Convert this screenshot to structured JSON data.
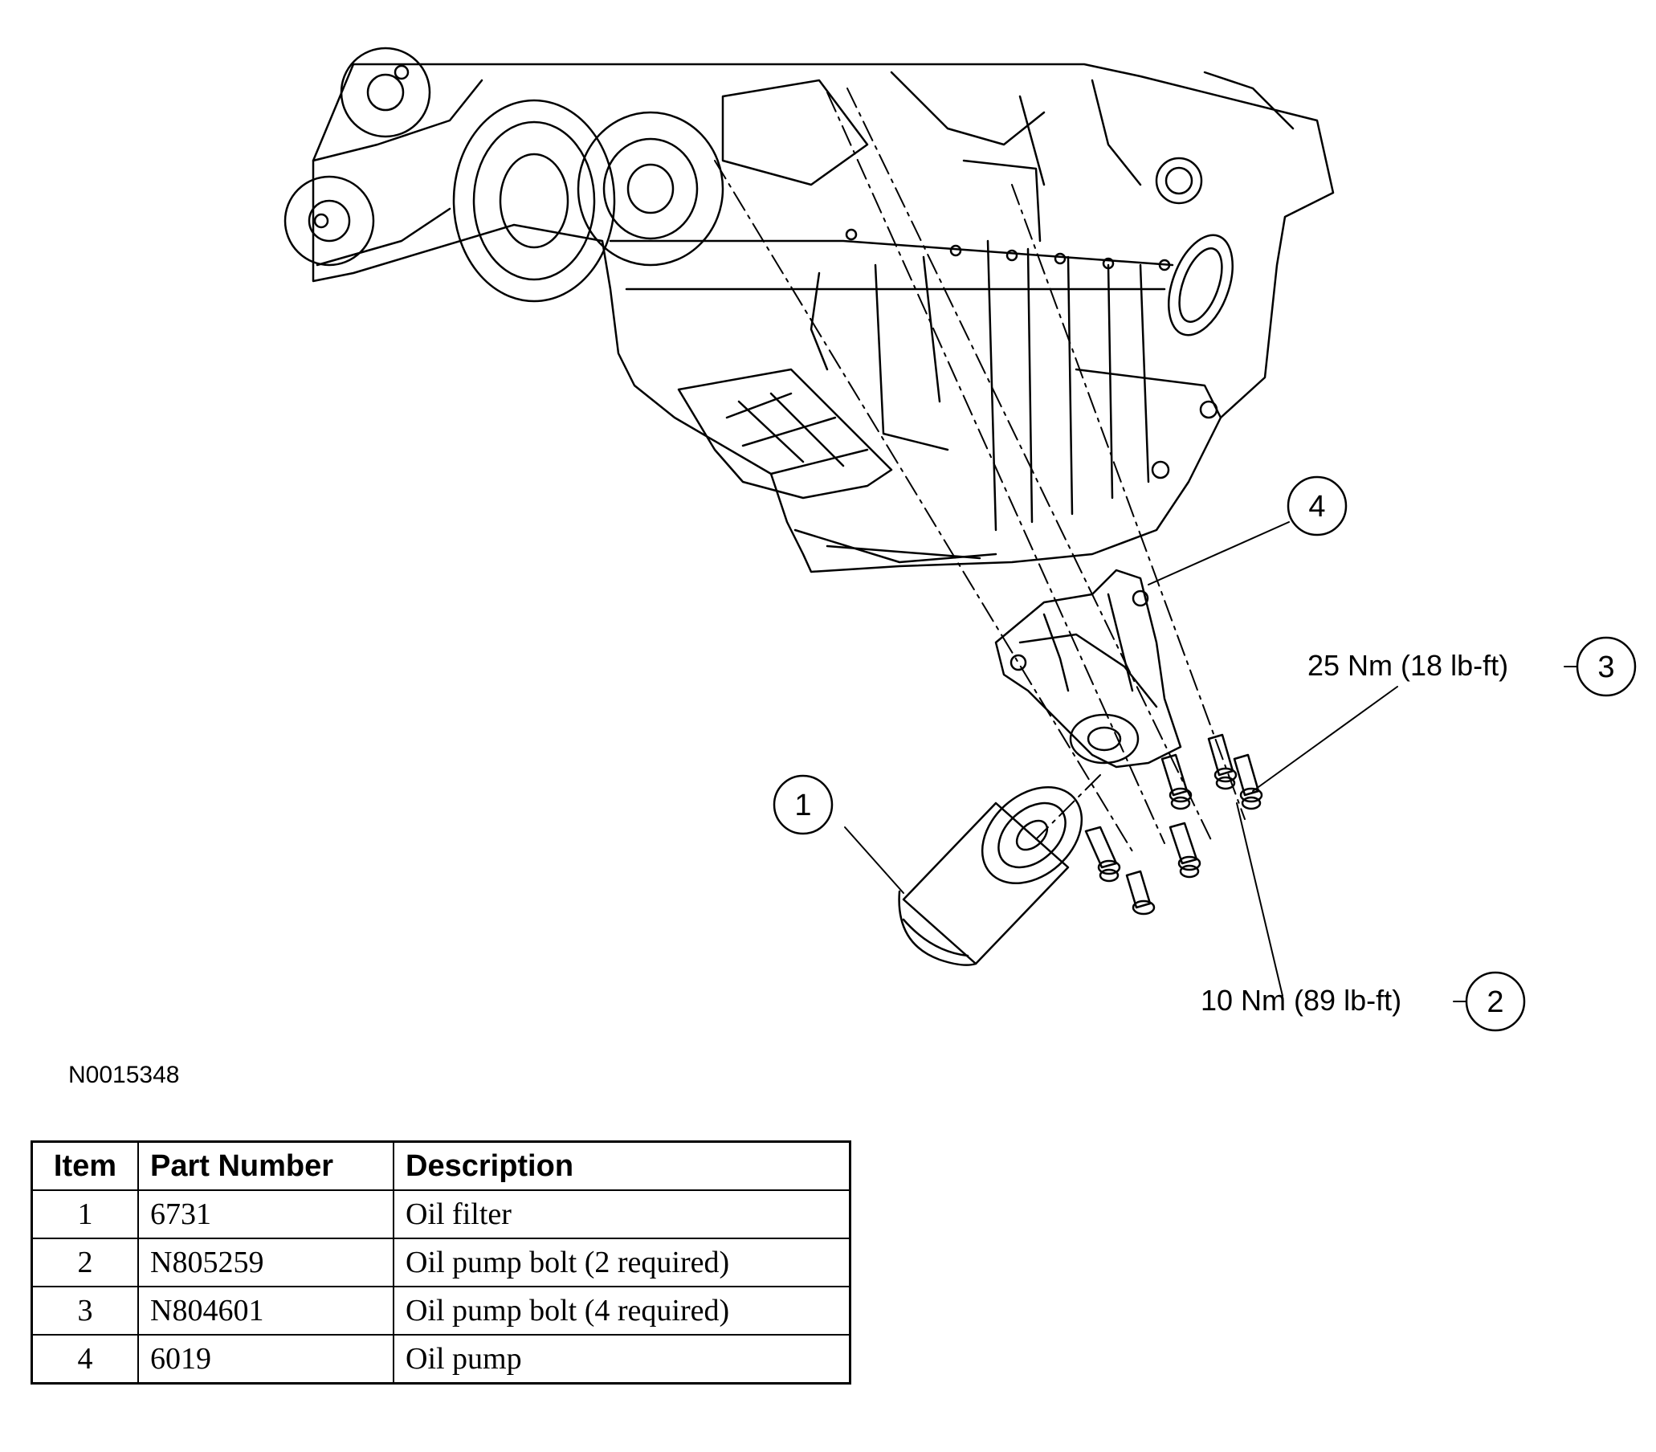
{
  "figure": {
    "figure_id": "N0015348",
    "callouts": [
      {
        "number": "1"
      },
      {
        "number": "2",
        "torque": "10 Nm (89 lb-ft)"
      },
      {
        "number": "3",
        "torque": "25 Nm (18 lb-ft)"
      },
      {
        "number": "4"
      }
    ]
  },
  "parts_table": {
    "headers": [
      "Item",
      "Part Number",
      "Description"
    ],
    "rows": [
      {
        "item": "1",
        "part_number": "6731",
        "description": "Oil filter"
      },
      {
        "item": "2",
        "part_number": "N805259",
        "description": "Oil pump bolt (2 required)"
      },
      {
        "item": "3",
        "part_number": "N804601",
        "description": "Oil pump bolt (4 required)"
      },
      {
        "item": "4",
        "part_number": "6019",
        "description": "Oil pump"
      }
    ]
  }
}
